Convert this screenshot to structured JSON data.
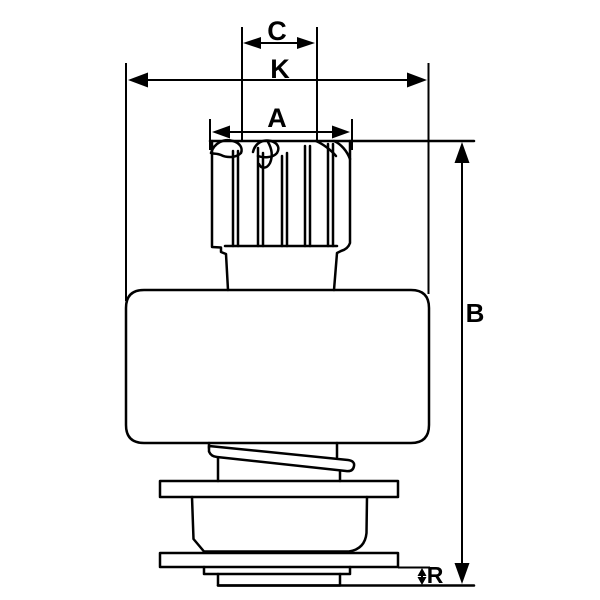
{
  "diagram": {
    "background_color": "#ffffff",
    "line_color": "#000000",
    "dimensions": {
      "c": {
        "label": "C"
      },
      "k": {
        "label": "K"
      },
      "a": {
        "label": "A"
      },
      "b": {
        "label": "B"
      },
      "r": {
        "label": "R"
      }
    }
  }
}
